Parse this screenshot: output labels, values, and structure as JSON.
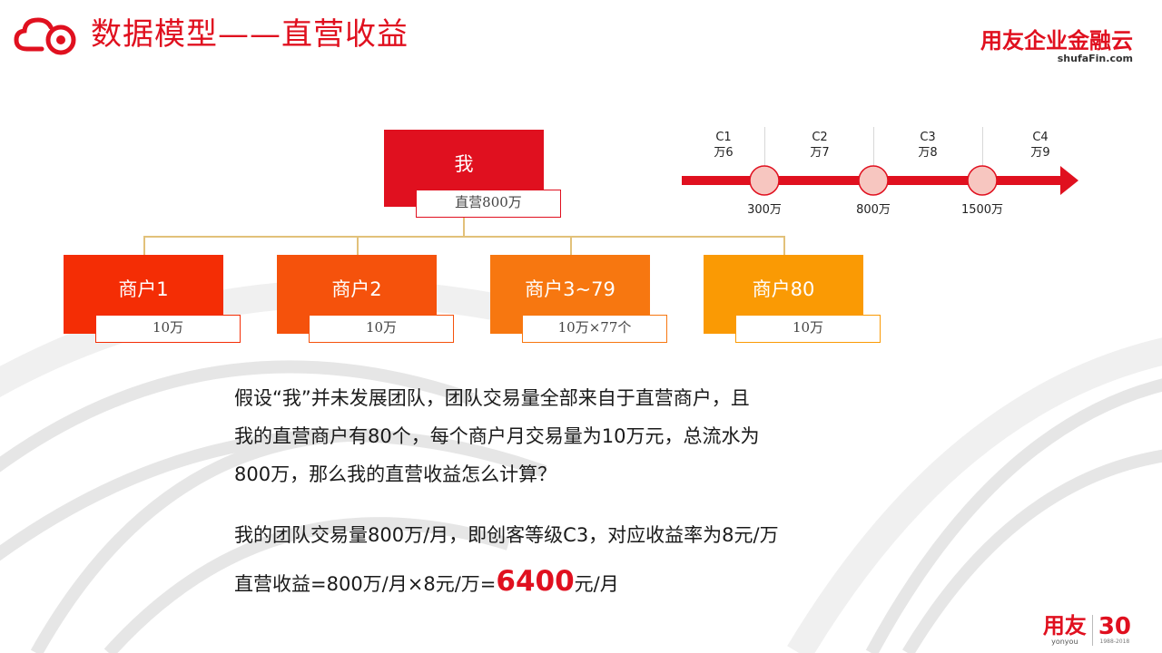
{
  "header": {
    "title": "数据模型——直营收益",
    "brand_name": "用友企业金融云",
    "brand_url": "shufaFin.com"
  },
  "tree": {
    "root": {
      "name": "我",
      "label": "直营800万",
      "color": "#e0101f"
    },
    "children": [
      {
        "name": "商户1",
        "label": "10万",
        "color": "#f42d05"
      },
      {
        "name": "商户2",
        "label": "10万",
        "color": "#f5520c"
      },
      {
        "name": "商户3~79",
        "label": "10万×77个",
        "color": "#f77710"
      },
      {
        "name": "商户80",
        "label": "10万",
        "color": "#fa9a04"
      }
    ]
  },
  "timeline": {
    "levels": [
      {
        "code": "C1",
        "rate": "万6"
      },
      {
        "code": "C2",
        "rate": "万7"
      },
      {
        "code": "C3",
        "rate": "万8"
      },
      {
        "code": "C4",
        "rate": "万9"
      }
    ],
    "thresholds": [
      "300万",
      "800万",
      "1500万"
    ],
    "color": "#e0101f"
  },
  "body": {
    "para1_line1": "假设“我”并未发展团队，团队交易量全部来自于直营商户，且",
    "para1_line2": "我的直营商户有80个，每个商户月交易量为10万元，总流水为",
    "para1_line3": "800万，那么我的直营收益怎么计算？",
    "para2": "我的团队交易量800万/月，即创客等级C3，对应收益率为8元/万",
    "para3_prefix": "直营收益=800万/月×8元/万=",
    "para3_value": "6400",
    "para3_suffix": "元/月"
  },
  "footer": {
    "brand": "用友",
    "sub": "yonyou",
    "anniversary": "30",
    "years": "1988-2018"
  }
}
